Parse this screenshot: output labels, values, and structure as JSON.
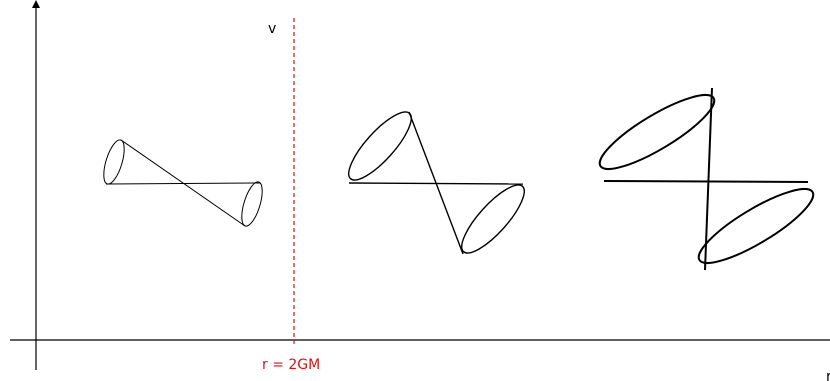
{
  "labels": {
    "v_axis": "v",
    "horizon": "r = 2GM",
    "r_axis": "r"
  },
  "colors": {
    "ink": "#000000",
    "horizon": "#dd1111"
  },
  "light_cones": [
    {
      "name": "cone-far",
      "stroke_scale": 1.0
    },
    {
      "name": "cone-middle",
      "stroke_scale": 1.3
    },
    {
      "name": "cone-near-horizon",
      "stroke_scale": 1.8
    }
  ]
}
